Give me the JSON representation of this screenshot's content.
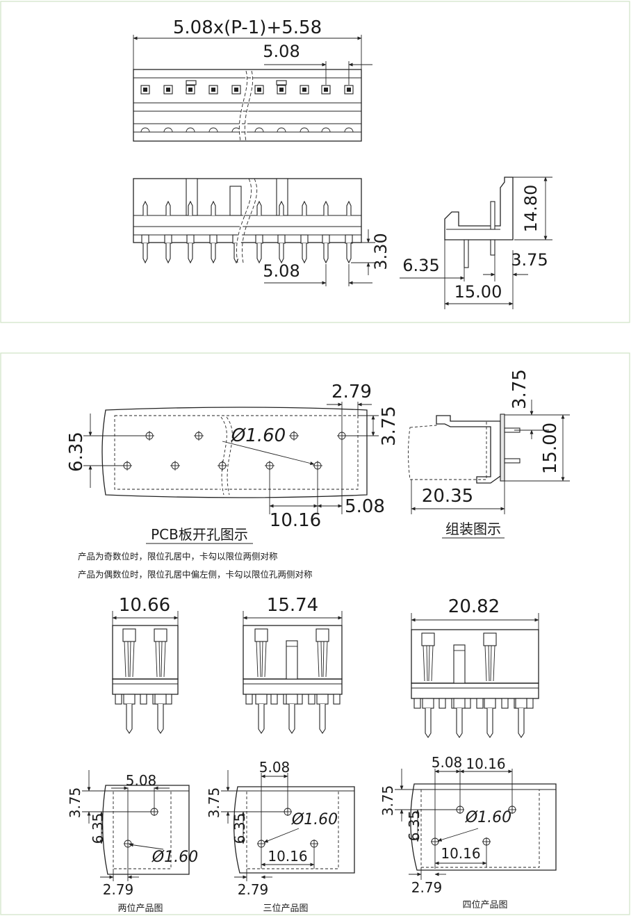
{
  "top": {
    "overall_formula": "5.08x(P-1)+5.58",
    "pitch_top": "5.08",
    "pitch_front": "5.08",
    "pin_below": "3.30",
    "side_height": "14.80",
    "side_pin_offset": "3.75",
    "side_offset": "6.35",
    "side_width": "15.00"
  },
  "pcb": {
    "caption": "PCB板开孔图示",
    "d_279": "2.79",
    "d_375_right": "3.75",
    "d_635_left": "6.35",
    "hole_dia": "Ø1.60",
    "d_508": "5.08",
    "d_1016": "10.16"
  },
  "assembly": {
    "caption": "组装图示",
    "d_375": "3.75",
    "d_1500": "15.00",
    "d_2035": "20.35"
  },
  "notes": {
    "line1": "产品为奇数位时，限位孔居中，卡勾以限位两侧对称",
    "line2": "产品为偶数位时，限位孔居中偏左侧，卡勾以限位孔两侧对称"
  },
  "products": {
    "two": {
      "width": "10.66",
      "caption": "两位产品图",
      "d_508": "5.08",
      "d_375": "3.75",
      "d_635": "6.35",
      "d_279": "2.79",
      "hole": "Ø1.60"
    },
    "three": {
      "width": "15.74",
      "caption": "三位产品图",
      "d_508": "5.08",
      "d_375": "3.75",
      "d_635": "6.35",
      "d_279": "2.79",
      "hole": "Ø1.60",
      "d_1016": "10.16"
    },
    "four": {
      "width": "20.82",
      "caption": "四位产品图",
      "d_508": "5.08",
      "d_1016_top": "10.16",
      "d_375": "3.75",
      "d_635": "6.35",
      "d_279": "2.79",
      "hole": "Ø1.60",
      "d_1016": "10.16"
    }
  }
}
